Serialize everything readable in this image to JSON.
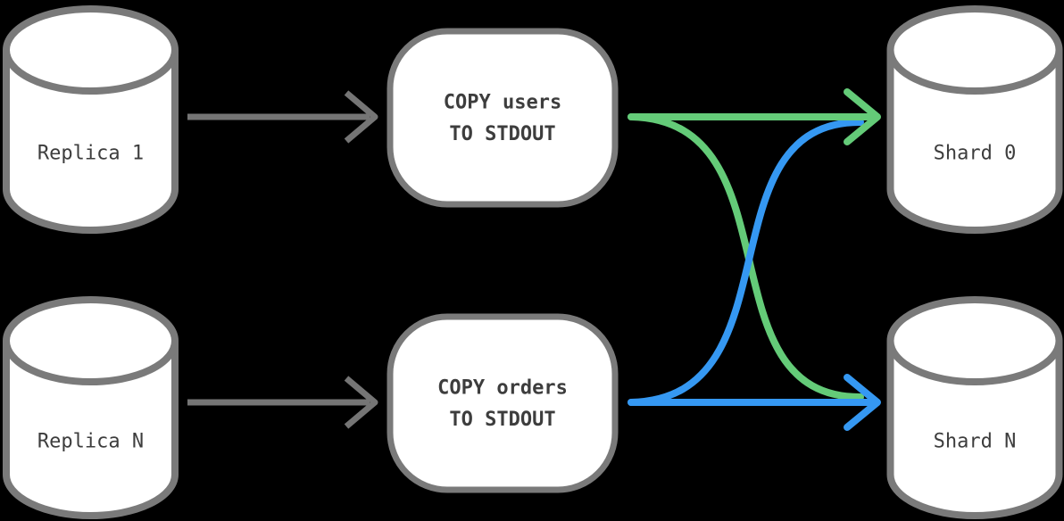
{
  "colors": {
    "background": "#000000",
    "node_fill": "#ffffff",
    "node_stroke": "#7a7a7a",
    "gray_arrow": "#757575",
    "green_arrow": "#64cb78",
    "blue_arrow": "#3598f2",
    "label_text": "#3d3d3d"
  },
  "nodes": {
    "sources": [
      {
        "label": "Replica 1",
        "shape": "database-cylinder"
      },
      {
        "label": "Replica N",
        "shape": "database-cylinder"
      }
    ],
    "processes": [
      {
        "line1": "COPY users",
        "line2": "TO STDOUT",
        "shape": "rounded-rectangle"
      },
      {
        "line1": "COPY orders",
        "line2": "TO STDOUT",
        "shape": "rounded-rectangle"
      }
    ],
    "targets": [
      {
        "label": "Shard 0",
        "shape": "database-cylinder"
      },
      {
        "label": "Shard N",
        "shape": "database-cylinder"
      }
    ]
  },
  "edges": [
    {
      "from": "Replica 1",
      "to": "COPY users TO STDOUT",
      "color": "gray",
      "style": "straight-arrow"
    },
    {
      "from": "Replica N",
      "to": "COPY orders TO STDOUT",
      "color": "gray",
      "style": "straight-arrow"
    },
    {
      "from": "COPY users TO STDOUT",
      "to": "Shard 0",
      "color": "green",
      "style": "straight-arrow"
    },
    {
      "from": "COPY users TO STDOUT",
      "to": "Shard N",
      "color": "green",
      "style": "crossing-curve"
    },
    {
      "from": "COPY orders TO STDOUT",
      "to": "Shard N",
      "color": "blue",
      "style": "straight-arrow"
    },
    {
      "from": "COPY orders TO STDOUT",
      "to": "Shard 0",
      "color": "blue",
      "style": "crossing-curve"
    }
  ]
}
